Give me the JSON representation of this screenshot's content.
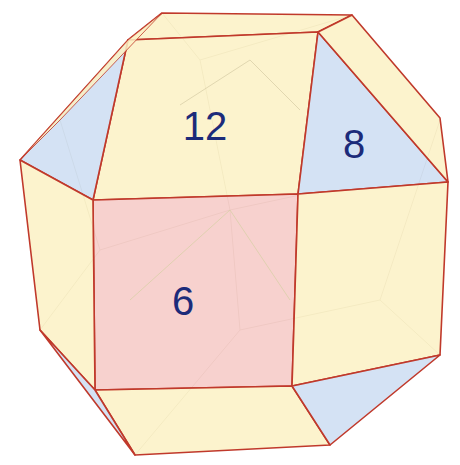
{
  "diagram": {
    "labels": [
      "12",
      "8",
      "6"
    ]
  }
}
